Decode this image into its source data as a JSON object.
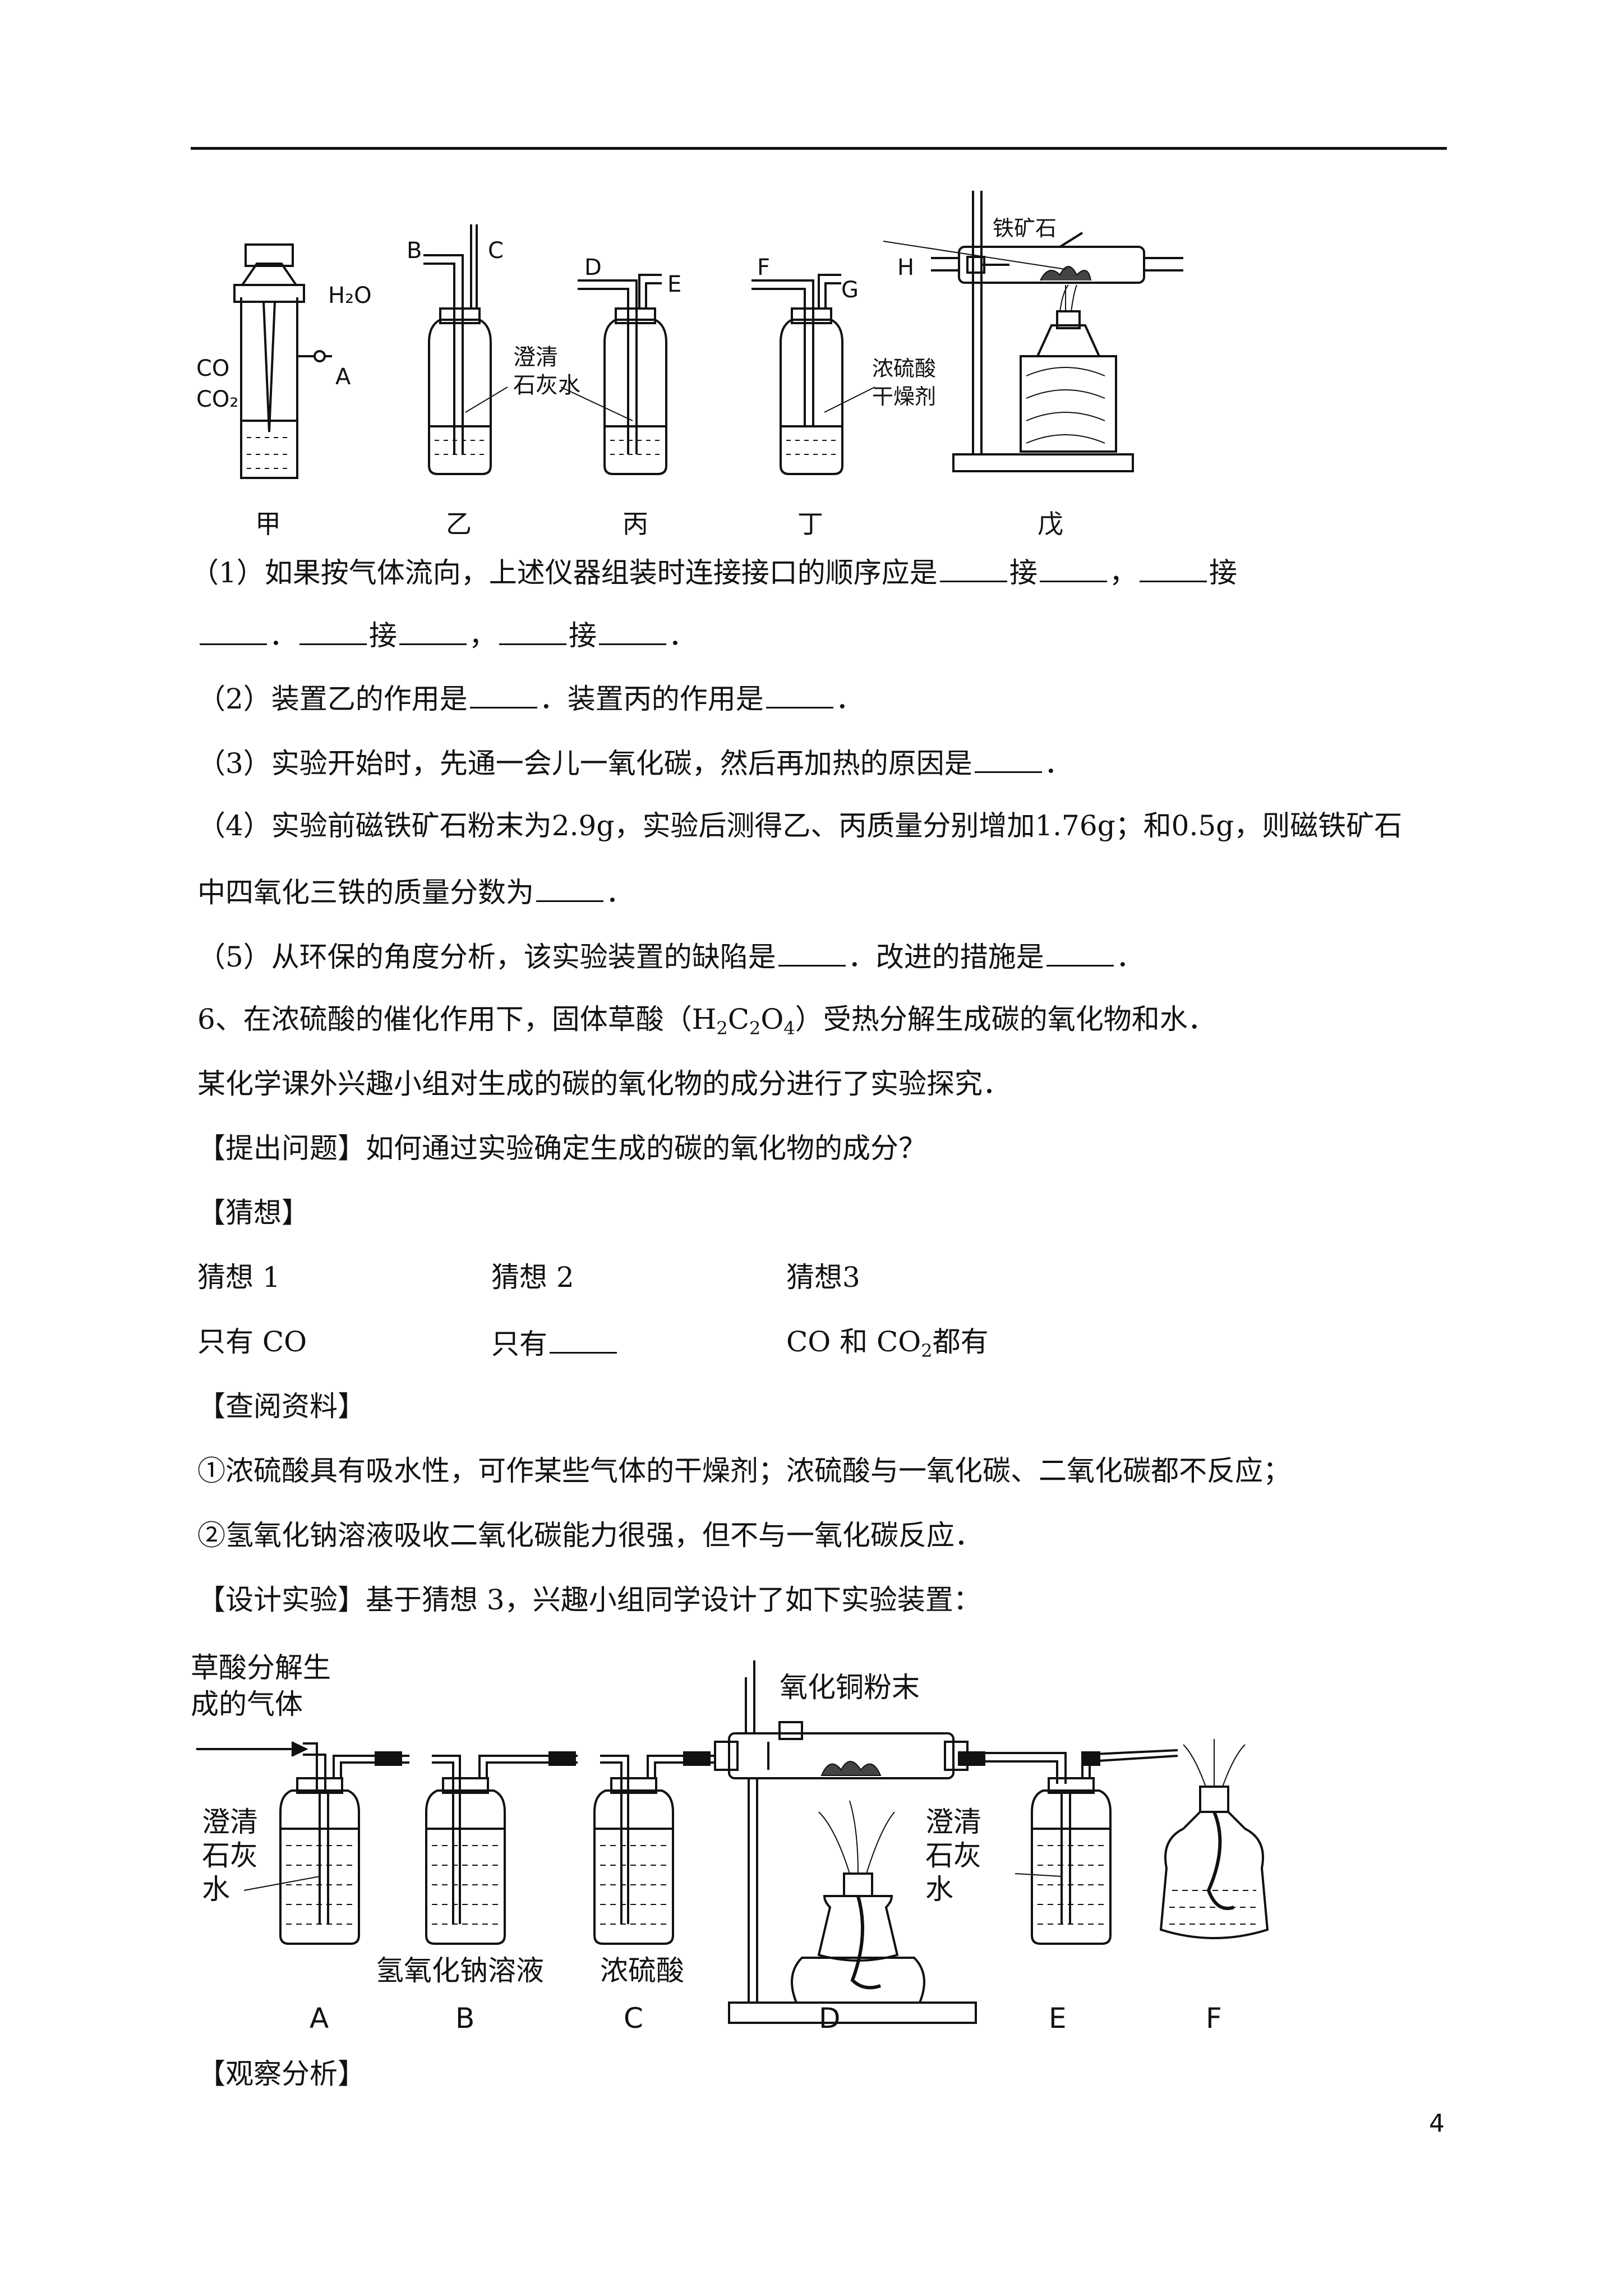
{
  "figure1": {
    "labels": {
      "h2o": "H₂O",
      "co": "CO",
      "co2": "CO₂",
      "a": "A",
      "b": "B",
      "c": "C",
      "d": "D",
      "e": "E",
      "f": "F",
      "g": "G",
      "h": "H",
      "limewater": "澄清\n石灰水",
      "limewater_1": "澄清",
      "limewater_2": "石灰水",
      "acid_1": "浓硫酸",
      "acid_2": "干燥剂",
      "ore": "铁矿石"
    },
    "captions": [
      "甲",
      "乙",
      "丙",
      "丁",
      "戊"
    ]
  },
  "q1": {
    "a": "（1）如果按气体流向，上述仪器组装时连接接口的顺序应是",
    "b": "接",
    "c": "，",
    "d": "接",
    "e": "．",
    "f": "接",
    "g": "，",
    "h": "接",
    "i": "．"
  },
  "q2": {
    "a": "（2）装置乙的作用是",
    "b": "．装置丙的作用是",
    "c": "．"
  },
  "q3": {
    "a": "（3）实验开始时，先通一会儿一氧化碳，然后再加热的原因是",
    "b": "．"
  },
  "q4": {
    "a": "（4）实验前磁铁矿石粉末为2.9g，实验后测得乙、丙质量分别增加1.76g；和0.5g，则磁铁矿石",
    "b": "中四氧化三铁的质量分数为",
    "c": "．"
  },
  "q5": {
    "a": "（5）从环保的角度分析，该实验装置的缺陷是",
    "b": "．改进的措施是",
    "c": "．"
  },
  "p6": {
    "intro_a": "6、在浓硫酸的催化作用下，固体草酸（H",
    "intro_s1": "2",
    "intro_b": "C",
    "intro_s2": "2",
    "intro_c": "O",
    "intro_s3": "4",
    "intro_d": "）受热分解生成碳的氧化物和水．",
    "intro2": "某化学课外兴趣小组对生成的碳的氧化物的成分进行了实验探究．",
    "question": "【提出问题】如何通过实验确定生成的碳的氧化物的成分？",
    "guess_head": "【猜想】",
    "g1": "猜想 1",
    "g2": "猜想 2",
    "g3": "猜想3",
    "g1v": "只有 CO",
    "g2v": "只有",
    "g3v_a": "CO 和 CO",
    "g3v_s": "2",
    "g3v_b": "都有",
    "ref_head": "【查阅资料】",
    "ref1": "①浓硫酸具有吸水性，可作某些气体的干燥剂；浓硫酸与一氧化碳、二氧化碳都不反应；",
    "ref2": "②氢氧化钠溶液吸收二氧化碳能力很强，但不与一氧化碳反应．",
    "design": "【设计实验】基于猜想 3，兴趣小组同学设计了如下实验装置：",
    "observe": "【观察分析】"
  },
  "figure2": {
    "gas_1": "草酸分解生",
    "gas_2": "成的气体",
    "cuo": "氧化铜粉末",
    "lime_a_1": "澄清",
    "lime_a_2": "石灰",
    "lime_a_3": "水",
    "naoh": "氢氧化钠溶液",
    "h2so4": "浓硫酸",
    "lime_e_1": "澄清",
    "lime_e_2": "石灰",
    "lime_e_3": "水",
    "captions": [
      "A",
      "B",
      "C",
      "D",
      "E",
      "F"
    ]
  },
  "page_number": "4"
}
